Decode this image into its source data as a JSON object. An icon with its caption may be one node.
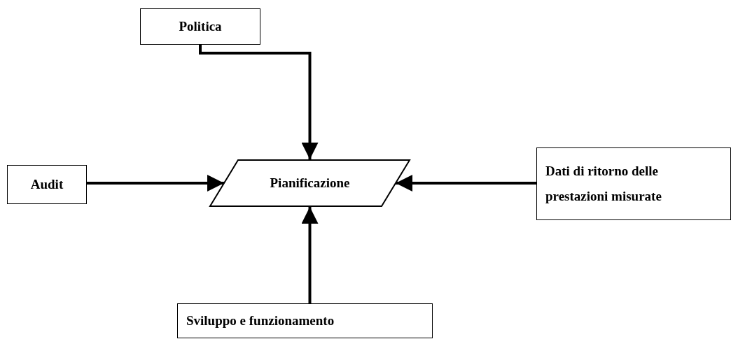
{
  "diagram": {
    "nodes": [
      {
        "text": [
          "Politica"
        ]
      },
      {
        "text": [
          "Audit"
        ]
      },
      {
        "text": [
          "Pianificazione"
        ]
      },
      {
        "text": [
          "Dati di ritorno delle prestazioni misurate"
        ]
      },
      {
        "text": [
          "Sviluppo e funzionamento"
        ]
      }
    ],
    "edges": [
      {
        "from": 0,
        "to": 2,
        "arrow": "to"
      },
      {
        "from": 1,
        "to": 2,
        "arrow": "to"
      },
      {
        "from": 3,
        "to": 2,
        "arrow": "to"
      },
      {
        "from": 4,
        "to": 2,
        "arrow": "to"
      }
    ]
  }
}
